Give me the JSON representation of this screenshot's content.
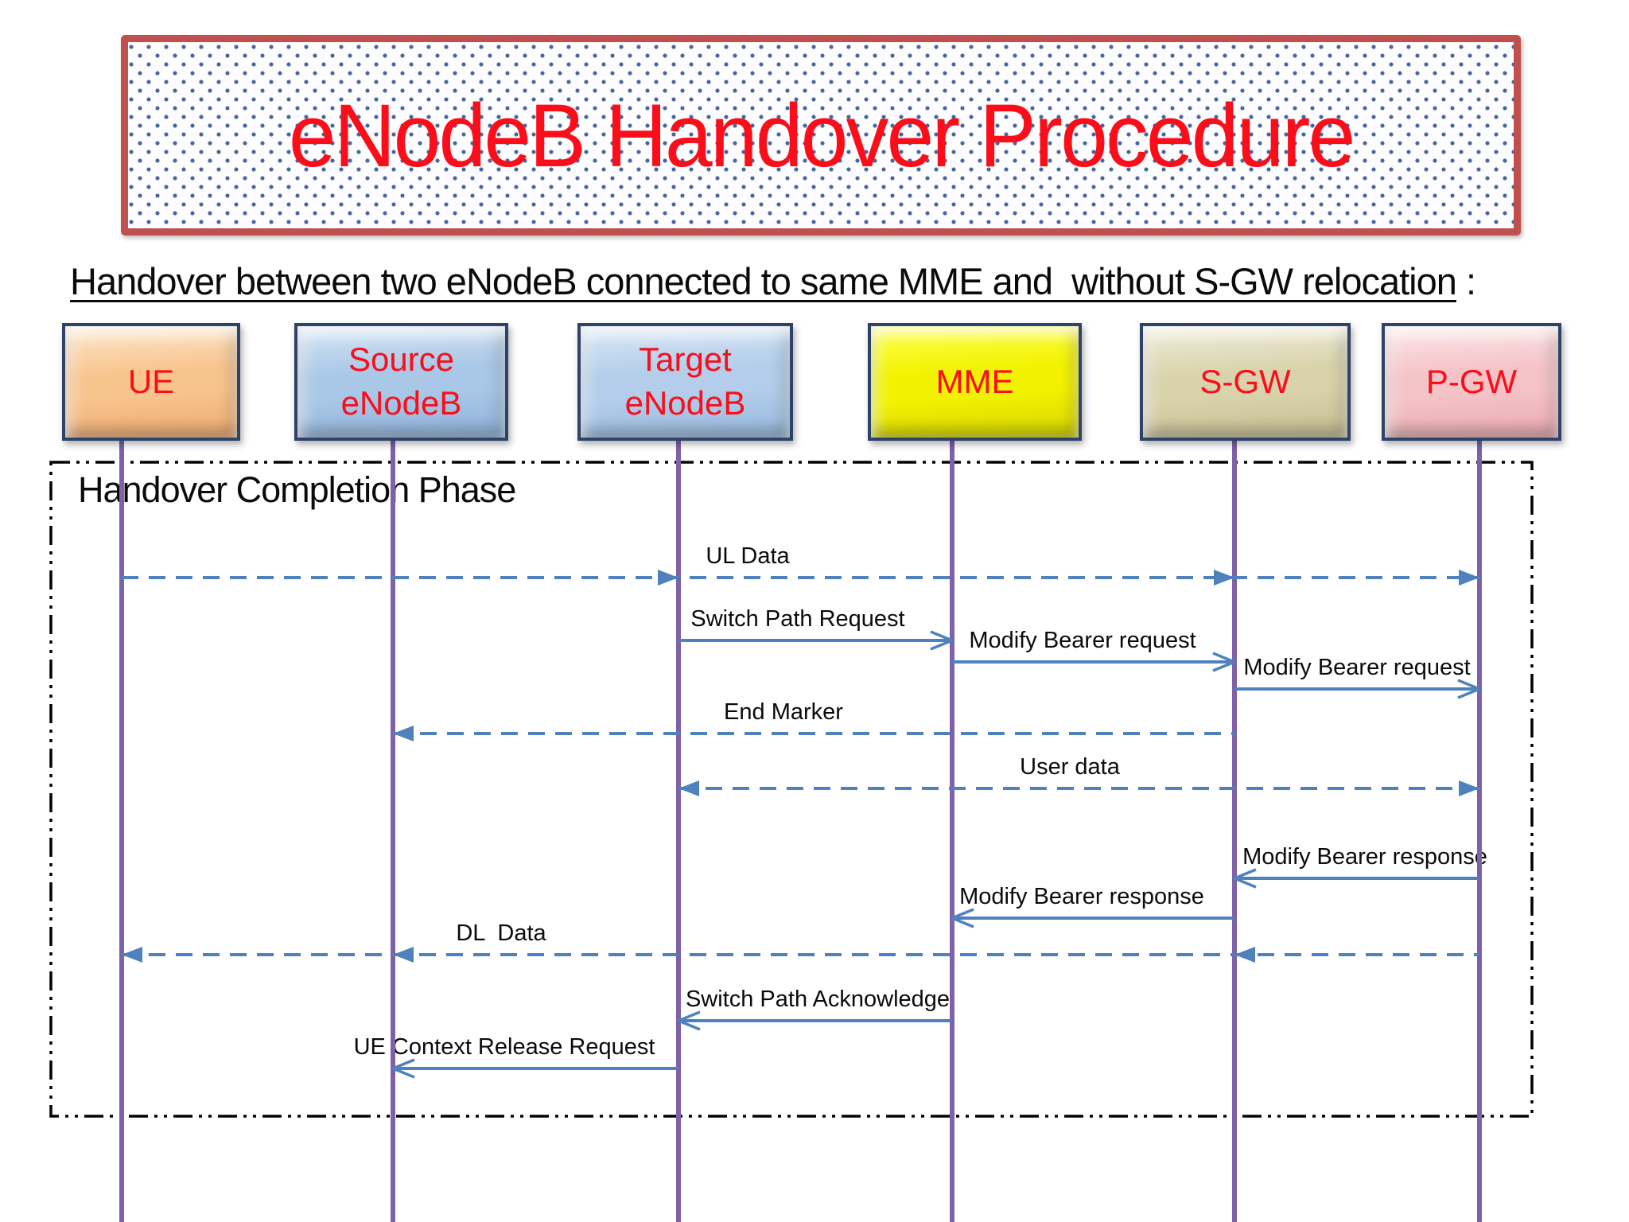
{
  "title": "eNodeB Handover Procedure",
  "subtitle": {
    "text": "Handover between two eNodeB connected to same MME and  without S-GW relocation",
    "suffix": " :"
  },
  "phase_label": "Handover Completion Phase",
  "colors": {
    "title_text_red": "#fb0d19",
    "title_border_red": "#c0504d",
    "pattern_dot_blue": "#44679e",
    "arrow_blue": "#4f81bd",
    "lifeline_purple": "#7e61a8",
    "phase_border_black": "#000000",
    "body_text": "#0b0b0b",
    "actor_border_navy": "#2f4369"
  },
  "diagram": {
    "actors": [
      {
        "id": "ue",
        "label": "UE",
        "fill": "#f8c48e",
        "fill_light": "#fde8cd",
        "fill_dark": "#edab72"
      },
      {
        "id": "senb",
        "label": "Source eNodeB",
        "fill": "#a9c7e7",
        "fill_light": "#d6e5f5",
        "fill_dark": "#8fb3da"
      },
      {
        "id": "tenb",
        "label": "Target eNodeB",
        "fill": "#b3cdea",
        "fill_light": "#d9e7f6",
        "fill_dark": "#97b9dd"
      },
      {
        "id": "mme",
        "label": "MME",
        "fill": "#f2f200",
        "fill_light": "#ffff4d",
        "fill_dark": "#d6d600"
      },
      {
        "id": "sgw",
        "label": "S-GW",
        "fill": "#d9d3ac",
        "fill_light": "#f0edda",
        "fill_dark": "#c5bd92"
      },
      {
        "id": "pgw",
        "label": "P-GW",
        "fill": "#f4c3c7",
        "fill_light": "#fce7e9",
        "fill_dark": "#eaabb0"
      }
    ],
    "messages": [
      {
        "label": "UL Data",
        "from": "ue",
        "to": "pgw",
        "line": "dashed",
        "head_style": "filled",
        "heads": [
          {
            "at": "tenb",
            "dir": "right"
          },
          {
            "at": "sgw",
            "dir": "right"
          },
          {
            "at": "pgw",
            "dir": "right"
          }
        ]
      },
      {
        "label": "Switch Path Request",
        "from": "tenb",
        "to": "mme",
        "line": "solid",
        "head_style": "open",
        "heads": [
          {
            "at": "mme",
            "dir": "right"
          }
        ]
      },
      {
        "label": "Modify Bearer request",
        "from": "mme",
        "to": "sgw",
        "line": "solid",
        "head_style": "open",
        "heads": [
          {
            "at": "sgw",
            "dir": "right"
          }
        ]
      },
      {
        "label": "Modify Bearer request",
        "from": "sgw",
        "to": "pgw",
        "line": "solid",
        "head_style": "open",
        "heads": [
          {
            "at": "pgw",
            "dir": "right"
          }
        ]
      },
      {
        "label": "End Marker",
        "from": "sgw",
        "to": "senb",
        "line": "dashed",
        "head_style": "filled",
        "heads": [
          {
            "at": "senb",
            "dir": "left"
          }
        ]
      },
      {
        "label": "User data",
        "from": "tenb",
        "to": "pgw",
        "line": "dashed",
        "head_style": "filled",
        "heads": [
          {
            "at": "tenb",
            "dir": "left"
          },
          {
            "at": "pgw",
            "dir": "right"
          }
        ]
      },
      {
        "label": "Modify Bearer response",
        "from": "pgw",
        "to": "sgw",
        "line": "solid",
        "head_style": "open",
        "heads": [
          {
            "at": "sgw",
            "dir": "left"
          }
        ]
      },
      {
        "label": "Modify Bearer response",
        "from": "sgw",
        "to": "mme",
        "line": "solid",
        "head_style": "open",
        "heads": [
          {
            "at": "mme",
            "dir": "left"
          }
        ]
      },
      {
        "label": "DL  Data",
        "from": "pgw",
        "to": "ue",
        "line": "dashed",
        "head_style": "filled",
        "heads": [
          {
            "at": "sgw",
            "dir": "left"
          },
          {
            "at": "senb",
            "dir": "left"
          },
          {
            "at": "ue",
            "dir": "left"
          }
        ]
      },
      {
        "label": "Switch Path Acknowledge",
        "from": "mme",
        "to": "tenb",
        "line": "solid",
        "head_style": "open",
        "heads": [
          {
            "at": "tenb",
            "dir": "left"
          }
        ]
      },
      {
        "label": "UE Context Release Request",
        "from": "tenb",
        "to": "senb",
        "line": "solid",
        "head_style": "open",
        "heads": [
          {
            "at": "senb",
            "dir": "left"
          }
        ]
      }
    ]
  }
}
